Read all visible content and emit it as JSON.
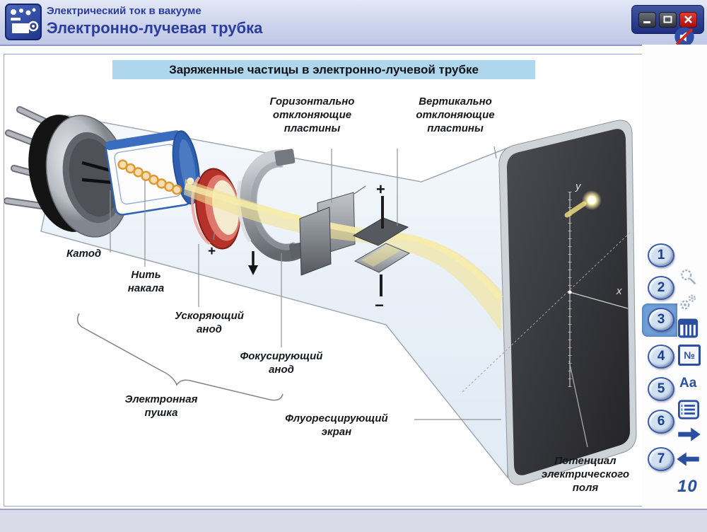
{
  "header": {
    "title_small": "Электрический ток в вакууме",
    "title_large": "Электронно-лучевая трубка",
    "app_icon": "physics-course-logo"
  },
  "window_controls": [
    "minimize-icon",
    "maximize-icon",
    "close-icon"
  ],
  "toolbar_icons": [
    "sound-off-icon",
    "rewind-icon",
    "wrench-icon",
    "eraser-icon"
  ],
  "heading": "Заряженные частицы в электронно-лучевой трубке",
  "labels": {
    "horizontal_plates": "Горизонтально\nотклоняющие\nпластины",
    "vertical_plates": "Вертикально\nотклоняющие\nпластины",
    "cathode": "Катод",
    "filament": "Нить\nнакала",
    "accelerating_anode": "Ускоряющий\nанод",
    "focusing_anode": "Фокусирующий\nанод",
    "electron_gun": "Электронная\nпушка",
    "fluorescent_screen": "Флуоресцирующий\nэкран",
    "field_potential": "Потенциал\nэлектрического\nполя"
  },
  "diagram_marks": {
    "plus_accelerating": "+",
    "plus_plate": "+",
    "minus_plate": "−",
    "axis_x": "x",
    "axis_y": "y"
  },
  "sidebar": {
    "buttons": [
      "1",
      "2",
      "3",
      "4",
      "5",
      "6",
      "7"
    ],
    "selected_button": "3",
    "icons": [
      "zoom-icon",
      "gears-icon",
      "table-icon",
      "numero-icon",
      "font-size-icon",
      "list-icon",
      "arrow-right-icon",
      "arrow-left-icon"
    ],
    "numero_glyph": "№",
    "font_glyph": "Aa",
    "page_number": "10"
  },
  "colors": {
    "accent_blue": "#2b4fa0",
    "header_text": "#2a3c9e",
    "heading_bg": "#aed7ee",
    "beam_yellow": "#f1e394",
    "close_red": "#c01512"
  }
}
